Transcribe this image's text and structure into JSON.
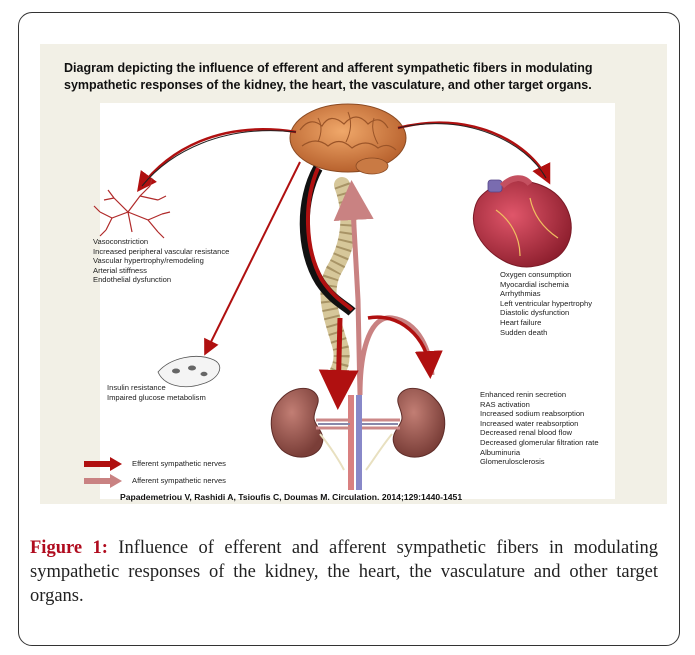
{
  "diagram_title": "Diagram depicting the influence of efferent and afferent sympathetic fibers in modulating sympathetic responses of the kidney, the heart, the vasculature, and other target organs.",
  "vasculature_effects": [
    "Vasoconstriction",
    "Increased peripheral vascular resistance",
    "Vascular hypertrophy/remodeling",
    "Arterial stiffness",
    "Endothelial dysfunction"
  ],
  "metabolic_effects": [
    "Insulin resistance",
    "Impaired glucose metabolism"
  ],
  "heart_effects": [
    "Oxygen consumption",
    "Myocardial ischemia",
    "Arrhythmias",
    "Left ventricular hypertrophy",
    "Diastolic dysfunction",
    "Heart failure",
    "Sudden death"
  ],
  "kidney_effects": [
    "Enhanced renin secretion",
    "RAS activation",
    "Increased sodium reabsorption",
    "Increased water reabsorption",
    "Decreased renal blood flow",
    "Decreased glomerular filtration rate",
    "Albuminuria",
    "Glomerulosclerosis"
  ],
  "legend": {
    "efferent": "Efferent sympathetic nerves",
    "afferent": "Afferent sympathetic nerves"
  },
  "citation": "Papademetriou V, Rashidi A, Tsioufis C, Doumas M. Circulation. 2014;129:1440-1451",
  "caption": {
    "label": "Figure 1:",
    "text": " Influence of efferent and afferent sympathetic fibers in modulating sympathetic responses of the kidney, the heart, the vasculature and other target organs."
  },
  "colors": {
    "efferent": "#b01010",
    "afferent": "#c98282",
    "brain": "#d9844a",
    "kidney": "#9a5a52",
    "heart": "#c8364a"
  }
}
